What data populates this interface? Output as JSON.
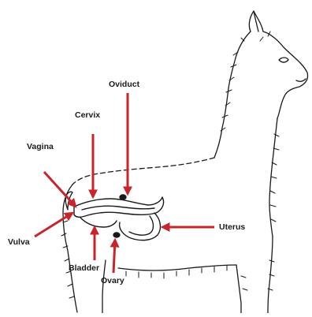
{
  "diagram": {
    "labels": {
      "oviduct": "Oviduct",
      "cervix": "Cervix",
      "vagina": "Vagina",
      "vulva": "Vulva",
      "bladder": "Bladder",
      "ovary": "Ovary",
      "uterus": "Uterus"
    },
    "colors": {
      "arrow": "#c8242c",
      "outline": "#1a1a1a",
      "background": "#ffffff"
    }
  }
}
